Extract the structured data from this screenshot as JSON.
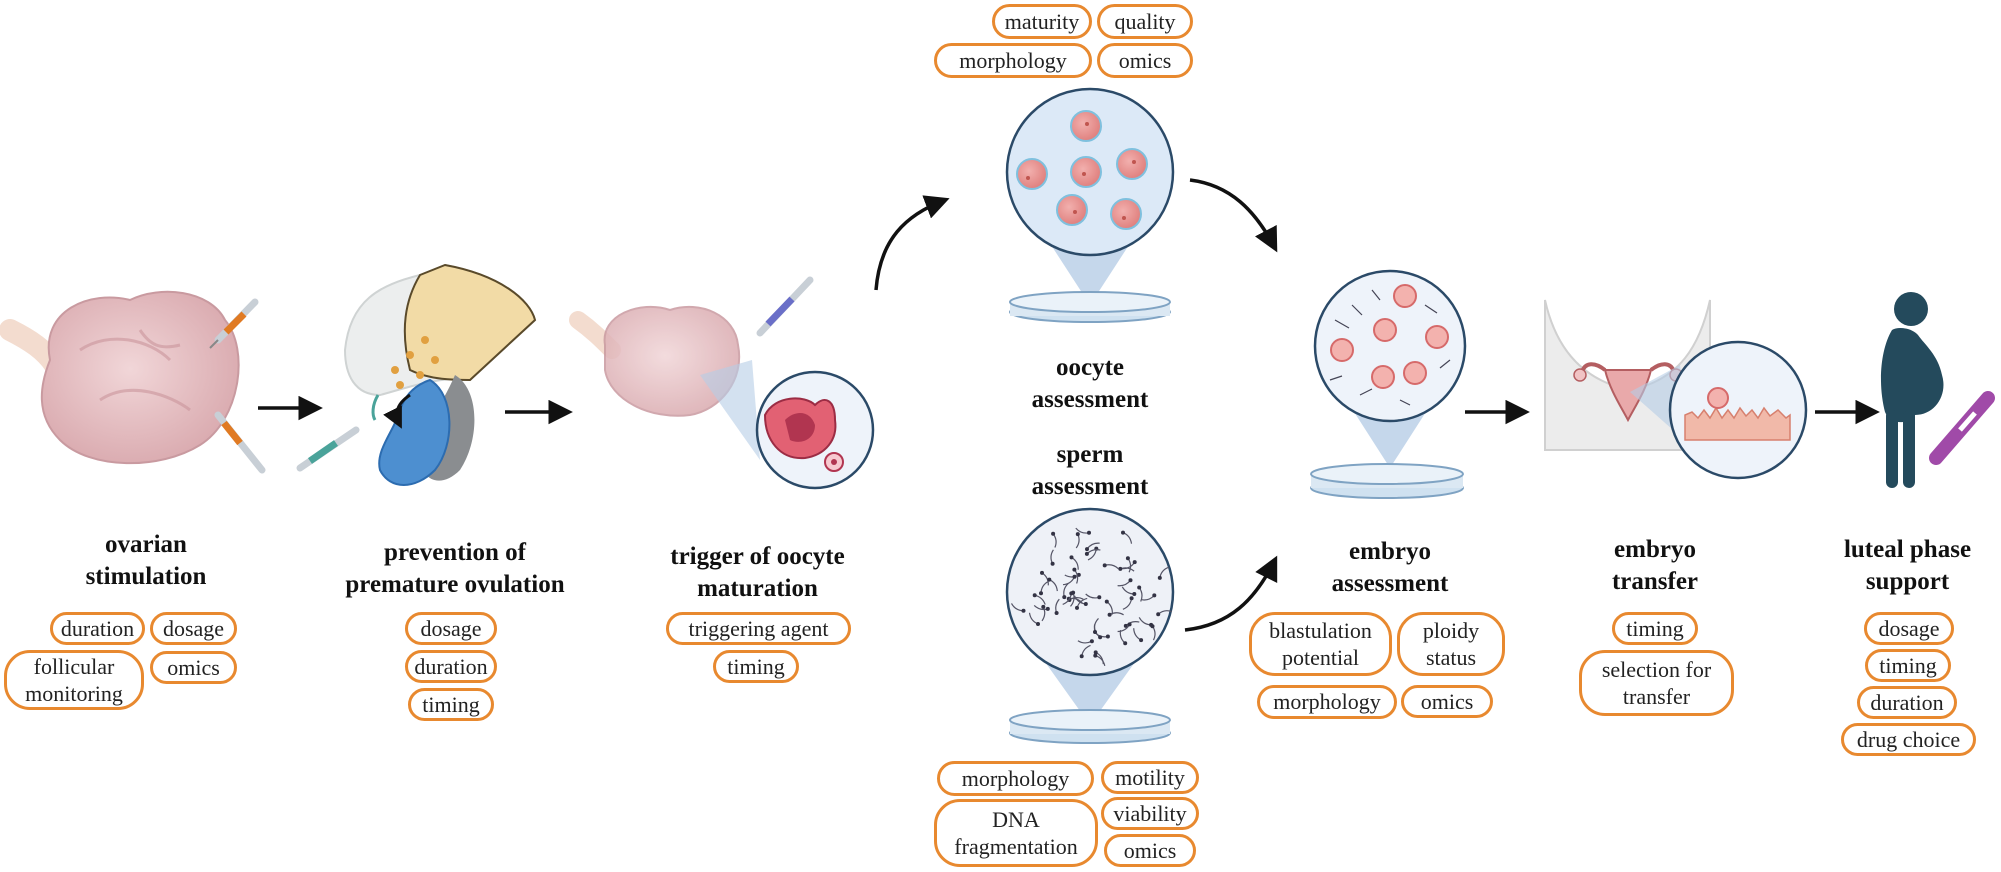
{
  "diagram": {
    "stages": [
      {
        "id": "ovarian",
        "title": [
          "ovarian",
          "stimulation"
        ],
        "tags": [
          "duration",
          "dosage",
          [
            "follicular",
            "monitoring"
          ],
          "omics"
        ]
      },
      {
        "id": "prevention",
        "title": [
          "prevention of",
          "premature ovulation"
        ],
        "tags": [
          "dosage",
          "duration",
          "timing"
        ]
      },
      {
        "id": "trigger",
        "title": [
          "trigger of oocyte",
          "maturation"
        ],
        "tags": [
          "triggering agent",
          "timing"
        ]
      },
      {
        "id": "oocyte",
        "title": [
          "oocyte",
          "assessment"
        ],
        "tags": [
          "maturity",
          "quality",
          "morphology",
          "omics"
        ]
      },
      {
        "id": "sperm",
        "title": [
          "sperm",
          "assessment"
        ],
        "tags": [
          "morphology",
          "motility",
          [
            "DNA",
            "fragmentation"
          ],
          "viability",
          "omics"
        ]
      },
      {
        "id": "embryo",
        "title": [
          "embryo",
          "assessment"
        ],
        "tags": [
          [
            "blastulation",
            "potential"
          ],
          [
            "ploidy",
            "status"
          ],
          "morphology",
          "omics"
        ]
      },
      {
        "id": "transfer",
        "title": [
          "embryo",
          "transfer"
        ],
        "tags": [
          "timing",
          [
            "selection for",
            "transfer"
          ]
        ]
      },
      {
        "id": "luteal",
        "title": [
          "luteal phase",
          "support"
        ],
        "tags": [
          "dosage",
          "timing",
          "duration",
          "drug choice"
        ]
      }
    ],
    "colors": {
      "tag_border": "#e8892f",
      "ovary": "#e7c4c8",
      "petri_circle": "#dce9f7",
      "cone": "#b6cde6",
      "arrow": "#111111",
      "figure": "#244a5c"
    }
  }
}
